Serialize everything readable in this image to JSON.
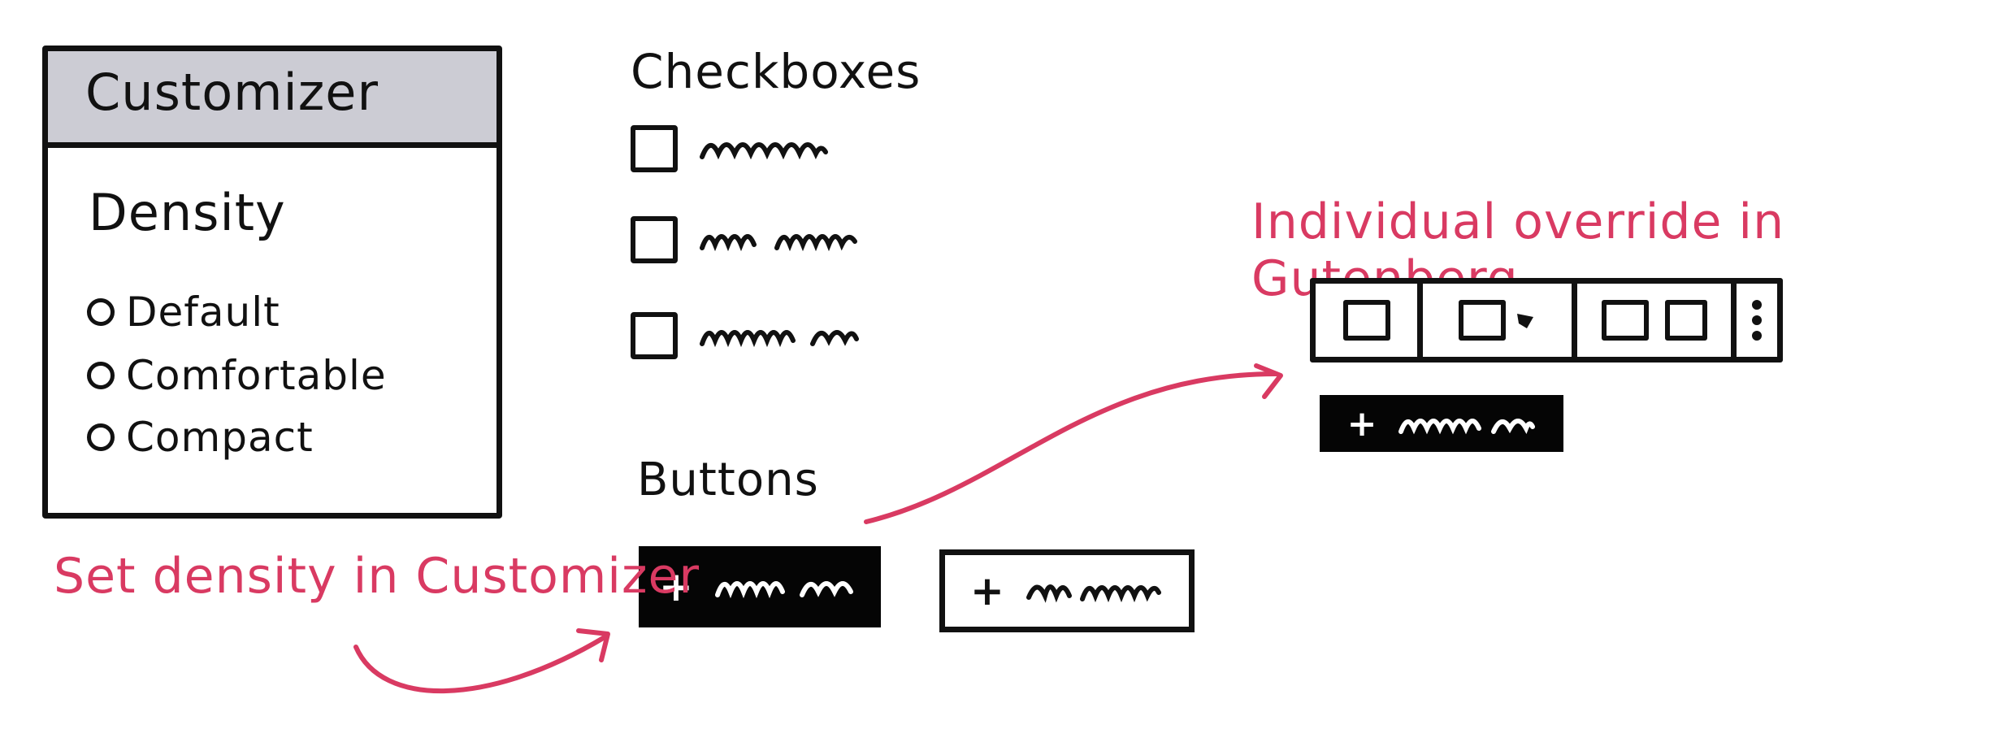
{
  "customizer": {
    "title": "Customizer",
    "section_label": "Density",
    "options": [
      "Default",
      "Comfortable",
      "Compact"
    ]
  },
  "checkboxes": {
    "title": "Checkboxes",
    "items": [
      {
        "checked": false,
        "label_icon": "squiggle-placeholder"
      },
      {
        "checked": false,
        "label_icon": "squiggle-placeholder"
      },
      {
        "checked": false,
        "label_icon": "squiggle-placeholder"
      }
    ]
  },
  "buttons": {
    "title": "Buttons",
    "plus": "+",
    "primary_style": "filled",
    "secondary_style": "outlined"
  },
  "annotations": {
    "override": "Individual override in Gutenberg",
    "density": "Set density in Customizer"
  },
  "colors": {
    "annotation": "#d93a62",
    "header_fill": "#ccccd4",
    "ink": "#111111"
  }
}
